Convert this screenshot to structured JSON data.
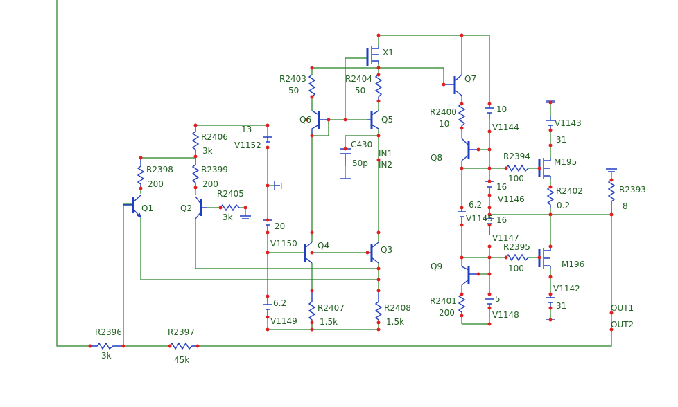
{
  "labels": {
    "X1": "X1",
    "R2403": "R2403",
    "R2403_v": "50",
    "R2404": "R2404",
    "R2404_v": "50",
    "Q7": "Q7",
    "Q6": "Q6",
    "Q5": "Q5",
    "R2400": "R2400",
    "R2400_v": "10",
    "V1144_v": "10",
    "V1144": "V1144",
    "V1143": "V1143",
    "V1143_v": "31",
    "n13": "13",
    "V1152": "V1152",
    "R2406": "R2406",
    "R2406_v": "3k",
    "C430": "C430",
    "C430_v": "50p",
    "IN1": "IN1",
    "IN2": "IN2",
    "Q8": "Q8",
    "R2394": "R2394",
    "R2394_v": "100",
    "M195": "M195",
    "R2398": "R2398",
    "R2398_v": "200",
    "R2399": "R2399",
    "R2399_v": "200",
    "R2405": "R2405",
    "R2405_v": "3k",
    "Q1": "Q1",
    "Q2": "Q2",
    "I": "I",
    "V1146_v": "16",
    "V1146": "V1146",
    "R2402": "R2402",
    "R2402_v": "0.2",
    "R2393": "R2393",
    "R2393_v": "8",
    "V1145_v": "6.2",
    "V1145": "V1145",
    "n20": "20",
    "V1150": "V1150",
    "Q4": "Q4",
    "Q3": "Q3",
    "V1147_v": "16",
    "V1147": "V1147",
    "R2395": "R2395",
    "R2395_v": "100",
    "M196": "M196",
    "Q9": "Q9",
    "V1142": "V1142",
    "V1142_v": "31",
    "V1149_v": "6.2",
    "V1149": "V1149",
    "R2407": "R2407",
    "R2407_v": "1.5k",
    "R2408": "R2408",
    "R2408_v": "1.5k",
    "R2401": "R2401",
    "R2401_v": "200",
    "V1148_v": "5",
    "V1148": "V1148",
    "OUT1": "OUT1",
    "OUT2": "OUT2",
    "R2396": "R2396",
    "R2396_v": "3k",
    "R2397": "R2397",
    "R2397_v": "45k"
  }
}
